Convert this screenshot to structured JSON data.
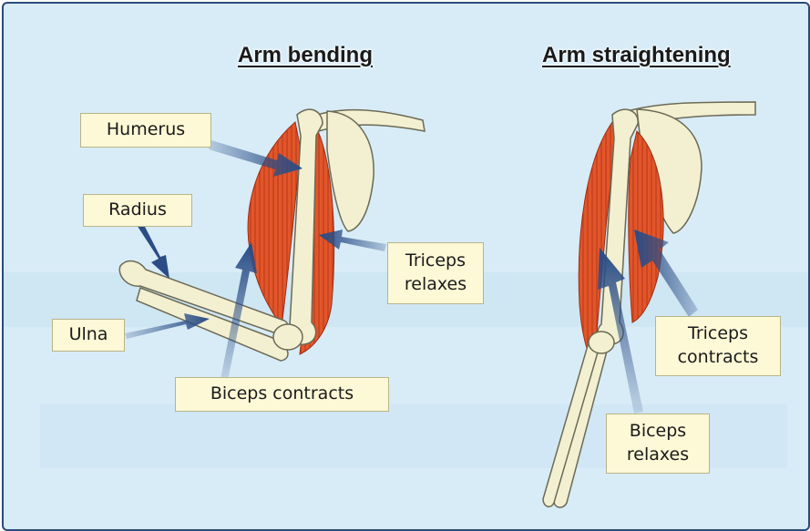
{
  "headings": {
    "arm_bending": "Arm bending",
    "arm_straightening": "Arm straightening"
  },
  "labels": {
    "humerus": "Humerus",
    "radius": "Radius",
    "ulna": "Ulna",
    "biceps_contracts": "Biceps contracts",
    "triceps_relaxes_line1": "Triceps",
    "triceps_relaxes_line2": "relaxes",
    "triceps_contracts_line1": "Triceps",
    "triceps_contracts_line2": "contracts",
    "biceps_relaxes_line1": "Biceps",
    "biceps_relaxes_line2": "relaxes"
  },
  "colors": {
    "background": "#d8ecf7",
    "border": "#2b4a7c",
    "label_fill": "#fdf8d6",
    "bone": "#f3f0d2",
    "muscle": "#e2562a",
    "arrow": "#2a4d86"
  }
}
